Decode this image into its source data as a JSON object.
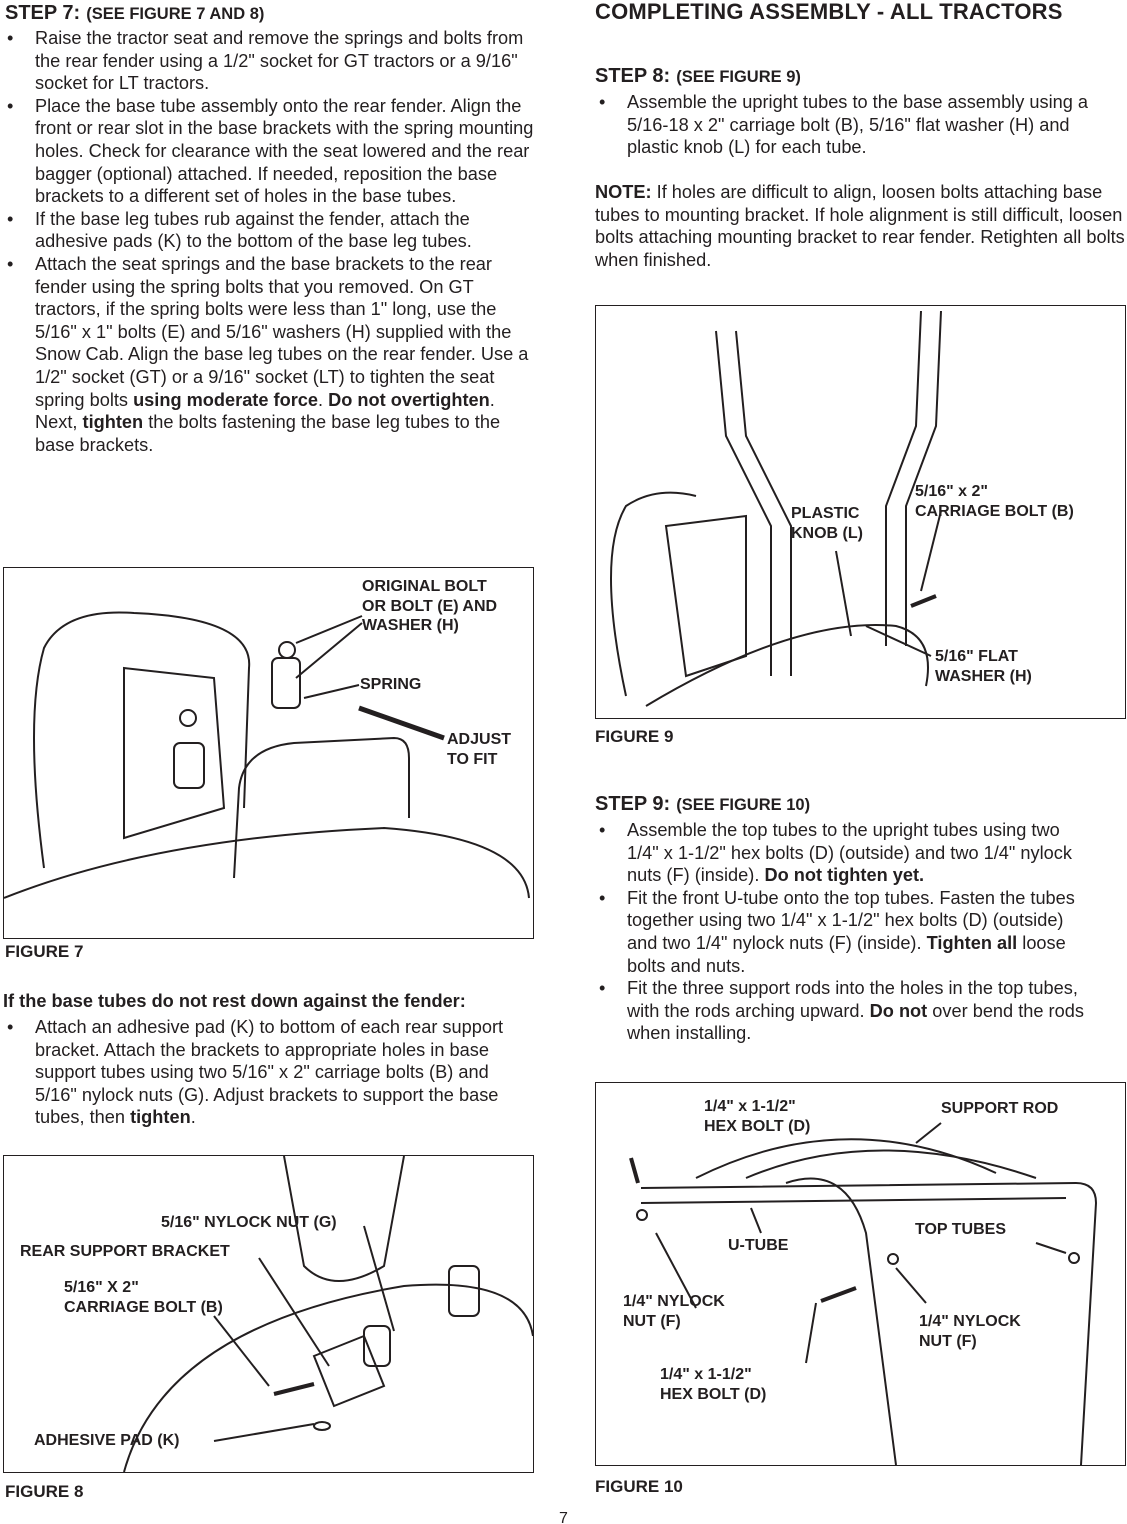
{
  "step7": {
    "title": "STEP 7:",
    "ref": "(SEE FIGURE 7 AND 8)",
    "bullets": [
      [
        {
          "t": "Raise the tractor seat and remove the springs and bolts from the rear fender using a 1/2\" socket for GT tractors or a 9/16\" socket for LT tractors."
        }
      ],
      [
        {
          "t": "Place the base tube assembly onto the rear fender. Align the front or rear slot in the base brackets with the spring mounting holes. Check for clearance with the seat lowered and the rear bagger (optional) attached. If needed, reposition the base brackets to a different set of holes in the base tubes."
        }
      ],
      [
        {
          "t": "If the base leg tubes rub against the fender, attach the adhesive pads (K) to the bottom of the base leg tubes."
        }
      ],
      [
        {
          "t": "Attach the seat springs and the base brackets to the rear fender using the spring bolts that you removed. On GT tractors, if the spring bolts were less than 1\" long, use the 5/16\" x 1\" bolts (E) and 5/16\" washers (H) supplied with the Snow Cab. Align the base leg tubes on the rear fender. Use a 1/2\" socket (GT) or a 9/16\" socket (LT) to tighten the seat spring bolts "
        },
        {
          "t": "using moderate force",
          "b": true
        },
        {
          "t": ". "
        },
        {
          "t": "Do not overtighten",
          "b": true
        },
        {
          "t": ". Next, "
        },
        {
          "t": "tighten",
          "b": true
        },
        {
          "t": " the bolts fastening the base leg tubes to the base brackets."
        }
      ]
    ]
  },
  "figure7": {
    "label": "FIGURE 7",
    "callouts": {
      "bolt": "ORIGINAL BOLT\nOR BOLT (E) AND\nWASHER (H)",
      "spring": "SPRING",
      "adjust": "ADJUST\nTO FIT"
    }
  },
  "base_tubes": {
    "title": "If the base tubes do not rest down against the fender:",
    "bullets": [
      [
        {
          "t": "Attach an adhesive pad (K) to bottom of each rear support bracket. Attach the brackets to appropriate holes in base support tubes using two 5/16\" x 2\" carriage bolts (B) and 5/16\" nylock nuts (G). Adjust brackets to support the base tubes, then "
        },
        {
          "t": "tighten",
          "b": true
        },
        {
          "t": "."
        }
      ]
    ]
  },
  "figure8": {
    "label": "FIGURE 8",
    "callouts": {
      "nut": "5/16\" NYLOCK NUT (G)",
      "bracket": "REAR SUPPORT BRACKET",
      "bolt": "5/16\" X 2\"\nCARRIAGE BOLT (B)",
      "pad": "ADHESIVE PAD (K)"
    }
  },
  "right_heading": "COMPLETING ASSEMBLY - ALL TRACTORS",
  "step8": {
    "title": "STEP 8:",
    "ref": "(SEE FIGURE 9)",
    "bullets": [
      [
        {
          "t": "Assemble the upright tubes to the base assembly using a 5/16-18 x 2\" carriage bolt (B), 5/16\" flat washer (H) and plastic knob (L) for each tube."
        }
      ]
    ],
    "note_label": "NOTE:",
    "note": " If holes are difficult to align, loosen bolts attaching base tubes to mounting bracket. If hole alignment is still difficult, loosen bolts attaching mounting bracket to rear fender. Retighten all bolts when finished."
  },
  "figure9": {
    "label": "FIGURE 9",
    "callouts": {
      "knob": "PLASTIC\nKNOB (L)",
      "bolt": "5/16\" x 2\"\nCARRIAGE BOLT (B)",
      "washer": "5/16\" FLAT\nWASHER (H)"
    }
  },
  "step9": {
    "title": "STEP 9:",
    "ref": "(SEE FIGURE 10)",
    "bullets": [
      [
        {
          "t": "Assemble the top tubes to the upright tubes using two 1/4\" x 1-1/2\" hex bolts (D) (outside) and two 1/4\" nylock nuts (F) (inside). "
        },
        {
          "t": "Do not tighten yet.",
          "b": true
        }
      ],
      [
        {
          "t": "Fit the front U-tube onto the top tubes. Fasten the tubes together using two 1/4\" x 1-1/2\" hex bolts (D) (outside) and two 1/4\" nylock nuts (F) (inside). "
        },
        {
          "t": "Tighten all",
          "b": true
        },
        {
          "t": " loose bolts and nuts."
        }
      ],
      [
        {
          "t": "Fit the three support rods into the holes in the top tubes, with the rods arching upward. "
        },
        {
          "t": "Do not",
          "b": true
        },
        {
          "t": " over bend the rods when installing."
        }
      ]
    ]
  },
  "figure10": {
    "label": "FIGURE 10",
    "callouts": {
      "hexbolt1": "1/4\" x 1-1/2\"\nHEX BOLT (D)",
      "rod": "SUPPORT ROD",
      "utube": "U-TUBE",
      "toptubes": "TOP TUBES",
      "nut1": "1/4\" NYLOCK\nNUT (F)",
      "nut2": "1/4\" NYLOCK\nNUT (F)",
      "hexbolt2": "1/4\" x 1-1/2\"\nHEX BOLT (D)"
    }
  },
  "page_number": "7"
}
